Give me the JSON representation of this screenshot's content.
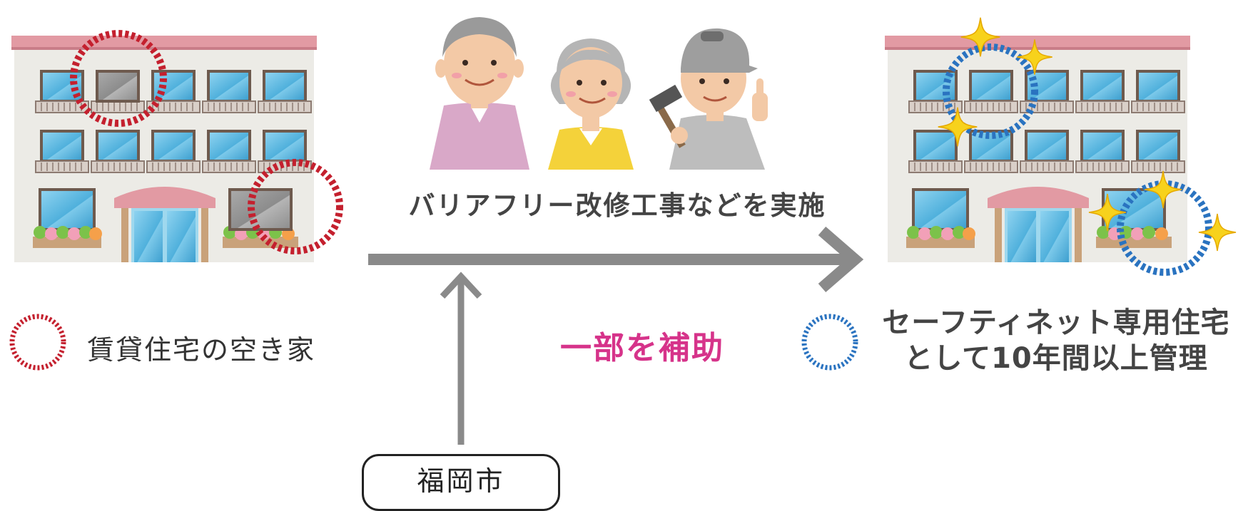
{
  "diagram": {
    "action_caption": "バリアフリー改修工事などを実施",
    "subsidy_label": "一部を補助",
    "legend_before": "賃貸住宅の空き家",
    "legend_after_line1": "セーフティネット専用住宅",
    "legend_after_line2": "として10年間以上管理",
    "funder": "福岡市"
  },
  "colors": {
    "vacant_marker": "#c4202e",
    "managed_marker": "#2a73c0",
    "subsidy_text": "#d6338a",
    "arrow": "#8a8a8a",
    "roof": "#e29aa3",
    "wall": "#ecebe6",
    "window": "#5db7de",
    "sparkle": "#f7d21c"
  },
  "icons": {
    "people": [
      "elderly-man-icon",
      "elderly-woman-icon",
      "worker-with-hammer-icon"
    ],
    "buildings": [
      "vacant-apartment-icon",
      "renovated-apartment-icon"
    ]
  }
}
